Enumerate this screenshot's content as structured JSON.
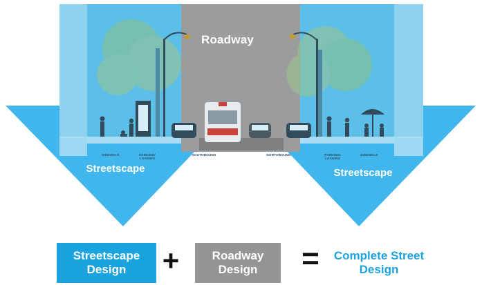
{
  "labels": {
    "roadway": "Roadway",
    "streetscape_left": "Streetscape",
    "streetscape_right": "Streetscape"
  },
  "zones": {
    "sidewalk_left": "SIDEWALK",
    "parking_left": "PARKING/ LOADING",
    "southbound": "SOUTHBOUND",
    "northbound": "NORTHBOUND",
    "parking_right": "PARKING/ LOADING",
    "sidewalk_right": "SIDEWALK"
  },
  "equation": {
    "streetscape_design": "Streetscape Design",
    "plus": "+",
    "roadway_design": "Roadway Design",
    "equals": "=",
    "complete_street_design": "Complete Street Design"
  },
  "colors": {
    "streetscape_blue": "#1ba3e0",
    "triangle_blue": "#3fb7ee",
    "roadway_gray": "#929496",
    "ground_blue": "#9fd9f3",
    "complete_text": "#1ba3e0"
  },
  "icons": [
    "tree-icon",
    "street-lamp-icon",
    "bus-icon",
    "car-icon",
    "pedestrian-icon",
    "umbrella-icon",
    "kiosk-icon"
  ]
}
